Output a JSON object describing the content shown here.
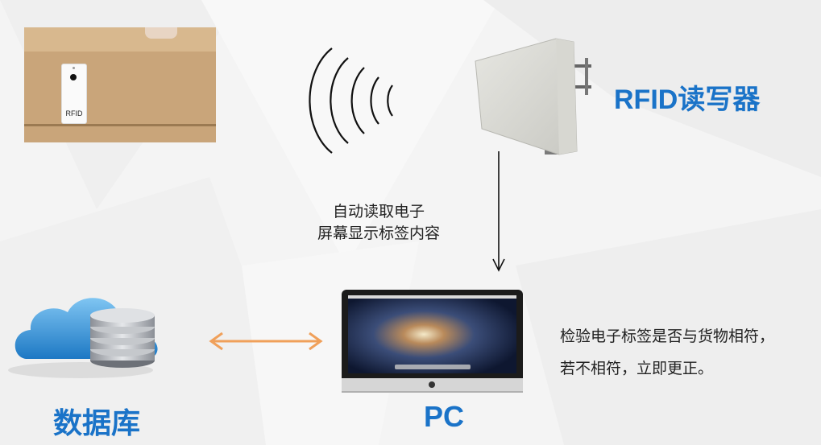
{
  "tag": {
    "text": "RFID"
  },
  "reader": {
    "label": "RFID读写器"
  },
  "process": {
    "line1": "自动读取电子",
    "line2": "屏幕显示标签内容"
  },
  "check": {
    "line1": "检验电子标签是否与货物相符，",
    "line2": "若不相符，立即更正。"
  },
  "database": {
    "label": "数据库"
  },
  "pc": {
    "label": "PC"
  },
  "colors": {
    "accent": "#1a73c8",
    "arrow_orange": "#f0a05a"
  }
}
